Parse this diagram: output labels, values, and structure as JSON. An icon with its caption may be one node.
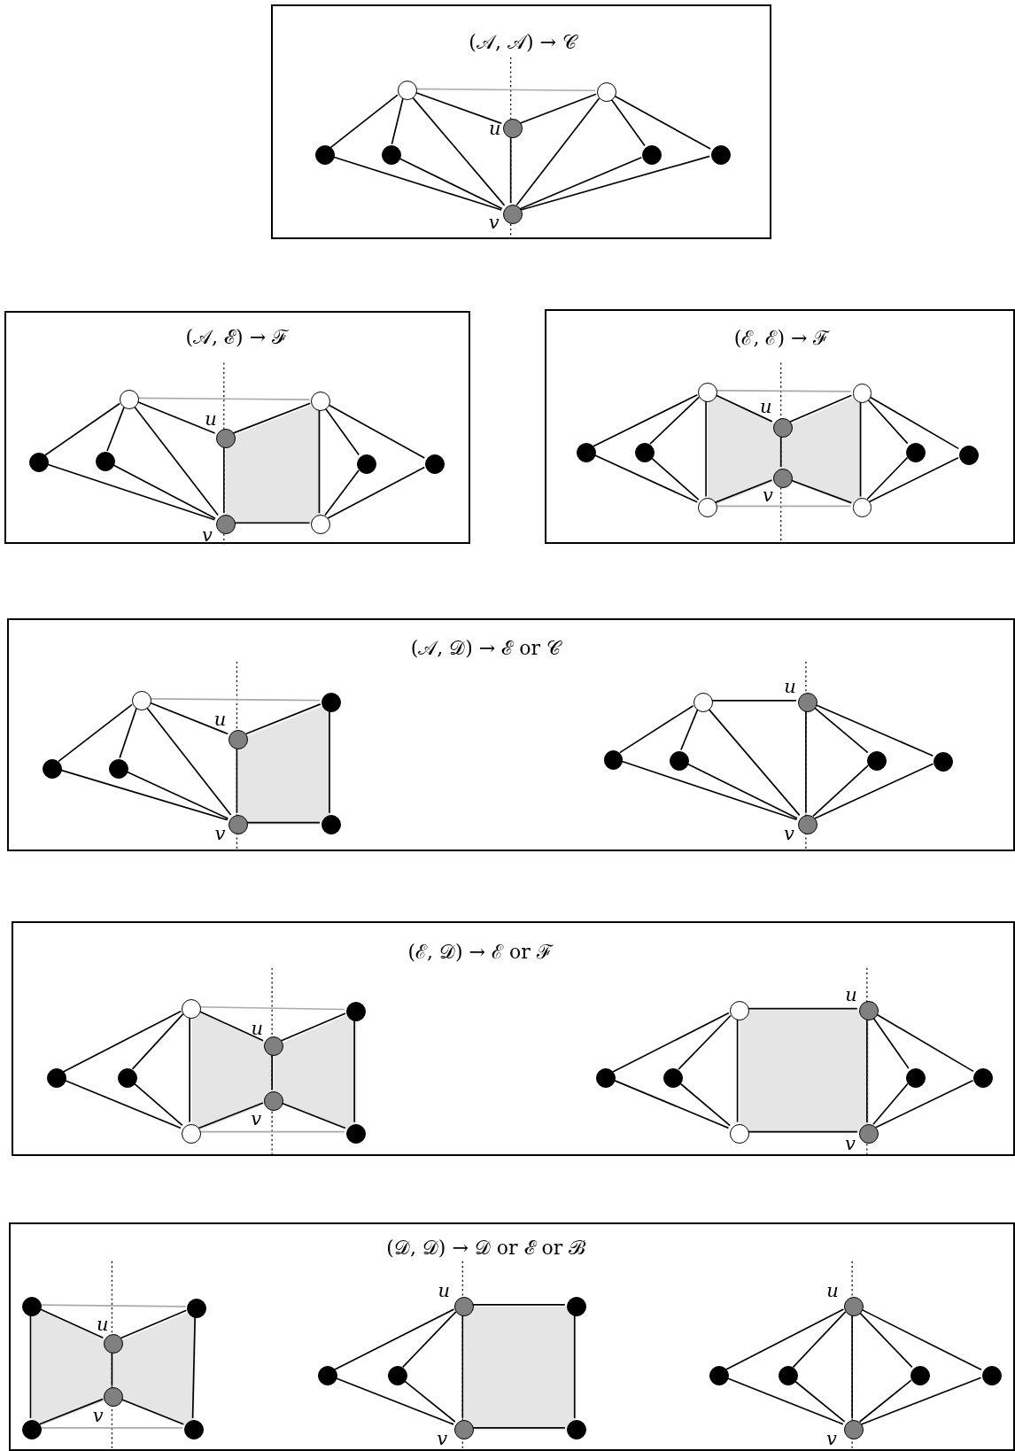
{
  "diagram": {
    "nodes": [
      {
        "text": [
          "(𝒜, 𝒜) → 𝒞"
        ]
      },
      {
        "text": [],
        "shape": "circle",
        "in": 0
      },
      {
        "text": [],
        "shape": "circle",
        "in": 0
      },
      {
        "text": [],
        "shape": "circle",
        "in": 0
      },
      {
        "text": [],
        "shape": "circle",
        "in": 0
      },
      {
        "text": [],
        "shape": "circle",
        "in": 0,
        "beside": [
          "u"
        ]
      },
      {
        "text": [],
        "shape": "circle",
        "in": 0
      },
      {
        "text": [],
        "shape": "circle",
        "in": 0
      },
      {
        "text": [],
        "shape": "circle",
        "in": 0,
        "beside": [
          "v"
        ]
      },
      {
        "text": [
          "(𝒜, ℰ) → ℱ"
        ]
      },
      {
        "text": [],
        "shape": "circle",
        "in": 9
      },
      {
        "text": [],
        "shape": "circle",
        "in": 9
      },
      {
        "text": [],
        "shape": "circle",
        "in": 9
      },
      {
        "text": [],
        "shape": "circle",
        "in": 9
      },
      {
        "text": [],
        "shape": "circle",
        "in": 9,
        "beside": [
          "u"
        ]
      },
      {
        "text": [],
        "shape": "circle",
        "in": 9
      },
      {
        "text": [],
        "shape": "circle",
        "in": 9
      },
      {
        "text": [],
        "shape": "circle",
        "in": 9,
        "beside": [
          "v"
        ]
      },
      {
        "text": [],
        "shape": "circle",
        "in": 9
      },
      {
        "text": [
          "(ℰ, ℰ) → ℱ"
        ]
      },
      {
        "text": [],
        "shape": "circle",
        "in": 19
      },
      {
        "text": [],
        "shape": "circle",
        "in": 19
      },
      {
        "text": [],
        "shape": "circle",
        "in": 19
      },
      {
        "text": [],
        "shape": "circle",
        "in": 19
      },
      {
        "text": [],
        "shape": "circle",
        "in": 19,
        "beside": [
          "u"
        ]
      },
      {
        "text": [],
        "shape": "circle",
        "in": 19,
        "beside": [
          "v"
        ]
      },
      {
        "text": [],
        "shape": "circle",
        "in": 19
      },
      {
        "text": [],
        "shape": "circle",
        "in": 19
      },
      {
        "text": [],
        "shape": "circle",
        "in": 19
      },
      {
        "text": [],
        "shape": "circle",
        "in": 19
      },
      {
        "text": [
          "(𝒜, 𝒟) → ℰ or 𝒞"
        ]
      },
      {
        "text": [],
        "shape": "circle",
        "in": 30
      },
      {
        "text": [],
        "shape": "circle",
        "in": 30
      },
      {
        "text": [],
        "shape": "circle",
        "in": 30
      },
      {
        "text": [],
        "shape": "circle",
        "in": 30
      },
      {
        "text": [],
        "shape": "circle",
        "in": 30,
        "beside": [
          "u"
        ]
      },
      {
        "text": [],
        "shape": "circle",
        "in": 30,
        "beside": [
          "v"
        ]
      },
      {
        "text": [],
        "shape": "circle",
        "in": 30
      },
      {
        "text": [],
        "shape": "circle",
        "in": 30
      },
      {
        "text": [],
        "shape": "circle",
        "in": 30,
        "beside": [
          "u"
        ]
      },
      {
        "text": [],
        "shape": "circle",
        "in": 30
      },
      {
        "text": [],
        "shape": "circle",
        "in": 30
      },
      {
        "text": [],
        "shape": "circle",
        "in": 30
      },
      {
        "text": [],
        "shape": "circle",
        "in": 30
      },
      {
        "text": [],
        "shape": "circle",
        "in": 30,
        "beside": [
          "v"
        ]
      },
      {
        "text": [
          "(ℰ, 𝒟) → ℰ or ℱ"
        ]
      },
      {
        "text": [],
        "shape": "circle",
        "in": 45
      },
      {
        "text": [],
        "shape": "circle",
        "in": 45
      },
      {
        "text": [],
        "shape": "circle",
        "in": 45
      },
      {
        "text": [],
        "shape": "circle",
        "in": 45
      },
      {
        "text": [],
        "shape": "circle",
        "in": 45,
        "beside": [
          "u"
        ]
      },
      {
        "text": [],
        "shape": "circle",
        "in": 45,
        "beside": [
          "v"
        ]
      },
      {
        "text": [],
        "shape": "circle",
        "in": 45
      },
      {
        "text": [],
        "shape": "circle",
        "in": 45
      },
      {
        "text": [],
        "shape": "circle",
        "in": 45
      },
      {
        "text": [],
        "shape": "circle",
        "in": 45,
        "beside": [
          "u"
        ]
      },
      {
        "text": [],
        "shape": "circle",
        "in": 45
      },
      {
        "text": [],
        "shape": "circle",
        "in": 45
      },
      {
        "text": [],
        "shape": "circle",
        "in": 45
      },
      {
        "text": [],
        "shape": "circle",
        "in": 45
      },
      {
        "text": [],
        "shape": "circle",
        "in": 45
      },
      {
        "text": [],
        "shape": "circle",
        "in": 45,
        "beside": [
          "v"
        ]
      },
      {
        "text": [
          "(𝒟, 𝒟) → 𝒟 or ℰ or ℬ"
        ]
      },
      {
        "text": [],
        "shape": "circle",
        "in": 62
      },
      {
        "text": [],
        "shape": "circle",
        "in": 62
      },
      {
        "text": [],
        "shape": "circle",
        "in": 62,
        "beside": [
          "u"
        ]
      },
      {
        "text": [],
        "shape": "circle",
        "in": 62,
        "beside": [
          "v"
        ]
      },
      {
        "text": [],
        "shape": "circle",
        "in": 62
      },
      {
        "text": [],
        "shape": "circle",
        "in": 62
      },
      {
        "text": [],
        "shape": "circle",
        "in": 62,
        "beside": [
          "u"
        ]
      },
      {
        "text": [],
        "shape": "circle",
        "in": 62
      },
      {
        "text": [],
        "shape": "circle",
        "in": 62
      },
      {
        "text": [],
        "shape": "circle",
        "in": 62
      },
      {
        "text": [],
        "shape": "circle",
        "in": 62,
        "beside": [
          "v"
        ]
      },
      {
        "text": [],
        "shape": "circle",
        "in": 62
      },
      {
        "text": [],
        "shape": "circle",
        "in": 62,
        "beside": [
          "u"
        ]
      },
      {
        "text": [],
        "shape": "circle",
        "in": 62
      },
      {
        "text": [],
        "shape": "circle",
        "in": 62
      },
      {
        "text": [],
        "shape": "circle",
        "in": 62
      },
      {
        "text": [],
        "shape": "circle",
        "in": 62
      },
      {
        "text": [],
        "shape": "circle",
        "in": 62,
        "beside": [
          "v"
        ]
      },
      {
        "text": [],
        "shape": "box",
        "in": 9
      },
      {
        "text": [],
        "shape": "box",
        "in": 19
      },
      {
        "text": [],
        "shape": "box",
        "in": 19
      },
      {
        "text": [],
        "shape": "box",
        "in": 30
      },
      {
        "text": [],
        "shape": "box",
        "in": 45
      },
      {
        "text": [],
        "shape": "box",
        "in": 45
      },
      {
        "text": [],
        "shape": "box",
        "in": 45
      },
      {
        "text": [],
        "shape": "box",
        "in": 62
      },
      {
        "text": [],
        "shape": "box",
        "in": 62
      },
      {
        "text": [],
        "shape": "box",
        "in": 62
      }
    ],
    "edges": [
      {
        "from": 1,
        "to": 2,
        "arrow": "none",
        "color": "#aaaaaa"
      },
      {
        "from": 1,
        "to": 3,
        "arrow": "none"
      },
      {
        "from": 1,
        "to": 4,
        "arrow": "none"
      },
      {
        "from": 1,
        "to": 5,
        "arrow": "none"
      },
      {
        "from": 1,
        "to": 8,
        "arrow": "none"
      },
      {
        "from": 2,
        "to": 5,
        "arrow": "none"
      },
      {
        "from": 2,
        "to": 6,
        "arrow": "none"
      },
      {
        "from": 2,
        "to": 7,
        "arrow": "none"
      },
      {
        "from": 2,
        "to": 8,
        "arrow": "none"
      },
      {
        "from": 3,
        "to": 8,
        "arrow": "none"
      },
      {
        "from": 4,
        "to": 8,
        "arrow": "none"
      },
      {
        "from": 5,
        "to": 8,
        "arrow": "none"
      },
      {
        "from": 6,
        "to": 8,
        "arrow": "none"
      },
      {
        "from": 7,
        "to": 8,
        "arrow": "none"
      },
      {
        "from": 10,
        "to": 11,
        "arrow": "none",
        "color": "#aaaaaa"
      },
      {
        "from": 10,
        "to": 12,
        "arrow": "none"
      },
      {
        "from": 10,
        "to": 13,
        "arrow": "none"
      },
      {
        "from": 10,
        "to": 14,
        "arrow": "none"
      },
      {
        "from": 10,
        "to": 17,
        "arrow": "none"
      },
      {
        "from": 11,
        "to": 14,
        "arrow": "none"
      },
      {
        "from": 11,
        "to": 18,
        "arrow": "none"
      },
      {
        "from": 11,
        "to": 15,
        "arrow": "none"
      },
      {
        "from": 11,
        "to": 16,
        "arrow": "none"
      },
      {
        "from": 12,
        "to": 17,
        "arrow": "none"
      },
      {
        "from": 13,
        "to": 17,
        "arrow": "none"
      },
      {
        "from": 14,
        "to": 17,
        "arrow": "none"
      },
      {
        "from": 17,
        "to": 18,
        "arrow": "none"
      },
      {
        "from": 15,
        "to": 18,
        "arrow": "none"
      },
      {
        "from": 16,
        "to": 18,
        "arrow": "none"
      },
      {
        "from": 20,
        "to": 21,
        "arrow": "none",
        "color": "#aaaaaa"
      },
      {
        "from": 28,
        "to": 29,
        "arrow": "none",
        "color": "#aaaaaa"
      },
      {
        "from": 20,
        "to": 22,
        "arrow": "none"
      },
      {
        "from": 20,
        "to": 23,
        "arrow": "none"
      },
      {
        "from": 20,
        "to": 24,
        "arrow": "none"
      },
      {
        "from": 20,
        "to": 28,
        "arrow": "none"
      },
      {
        "from": 21,
        "to": 24,
        "arrow": "none"
      },
      {
        "from": 21,
        "to": 26,
        "arrow": "none"
      },
      {
        "from": 21,
        "to": 27,
        "arrow": "none"
      },
      {
        "from": 21,
        "to": 29,
        "arrow": "none"
      },
      {
        "from": 22,
        "to": 28,
        "arrow": "none"
      },
      {
        "from": 23,
        "to": 28,
        "arrow": "none"
      },
      {
        "from": 24,
        "to": 25,
        "arrow": "none"
      },
      {
        "from": 25,
        "to": 28,
        "arrow": "none"
      },
      {
        "from": 25,
        "to": 29,
        "arrow": "none"
      },
      {
        "from": 26,
        "to": 29,
        "arrow": "none"
      },
      {
        "from": 27,
        "to": 29,
        "arrow": "none"
      },
      {
        "from": 31,
        "to": 32,
        "arrow": "none",
        "color": "#aaaaaa"
      },
      {
        "from": 31,
        "to": 33,
        "arrow": "none"
      },
      {
        "from": 31,
        "to": 34,
        "arrow": "none"
      },
      {
        "from": 31,
        "to": 35,
        "arrow": "none"
      },
      {
        "from": 31,
        "to": 36,
        "arrow": "none"
      },
      {
        "from": 32,
        "to": 35,
        "arrow": "none"
      },
      {
        "from": 32,
        "to": 37,
        "arrow": "none"
      },
      {
        "from": 33,
        "to": 36,
        "arrow": "none"
      },
      {
        "from": 34,
        "to": 36,
        "arrow": "none"
      },
      {
        "from": 35,
        "to": 36,
        "arrow": "none"
      },
      {
        "from": 36,
        "to": 37,
        "arrow": "none"
      },
      {
        "from": 38,
        "to": 39,
        "arrow": "none"
      },
      {
        "from": 38,
        "to": 40,
        "arrow": "none"
      },
      {
        "from": 38,
        "to": 41,
        "arrow": "none"
      },
      {
        "from": 38,
        "to": 44,
        "arrow": "none"
      },
      {
        "from": 39,
        "to": 42,
        "arrow": "none"
      },
      {
        "from": 39,
        "to": 43,
        "arrow": "none"
      },
      {
        "from": 39,
        "to": 44,
        "arrow": "none"
      },
      {
        "from": 40,
        "to": 44,
        "arrow": "none"
      },
      {
        "from": 41,
        "to": 44,
        "arrow": "none"
      },
      {
        "from": 42,
        "to": 44,
        "arrow": "none"
      },
      {
        "from": 43,
        "to": 44,
        "arrow": "none"
      },
      {
        "from": 46,
        "to": 47,
        "arrow": "none",
        "color": "#aaaaaa"
      },
      {
        "from": 52,
        "to": 53,
        "arrow": "none",
        "color": "#aaaaaa"
      },
      {
        "from": 46,
        "to": 48,
        "arrow": "none"
      },
      {
        "from": 46,
        "to": 49,
        "arrow": "none"
      },
      {
        "from": 46,
        "to": 50,
        "arrow": "none"
      },
      {
        "from": 46,
        "to": 52,
        "arrow": "none"
      },
      {
        "from": 47,
        "to": 50,
        "arrow": "none"
      },
      {
        "from": 47,
        "to": 53,
        "arrow": "none"
      },
      {
        "from": 48,
        "to": 52,
        "arrow": "none"
      },
      {
        "from": 49,
        "to": 52,
        "arrow": "none"
      },
      {
        "from": 50,
        "to": 51,
        "arrow": "none"
      },
      {
        "from": 51,
        "to": 52,
        "arrow": "none"
      },
      {
        "from": 51,
        "to": 53,
        "arrow": "none"
      },
      {
        "from": 54,
        "to": 55,
        "arrow": "none"
      },
      {
        "from": 54,
        "to": 56,
        "arrow": "none"
      },
      {
        "from": 54,
        "to": 57,
        "arrow": "none"
      },
      {
        "from": 54,
        "to": 60,
        "arrow": "none"
      },
      {
        "from": 55,
        "to": 58,
        "arrow": "none"
      },
      {
        "from": 55,
        "to": 59,
        "arrow": "none"
      },
      {
        "from": 55,
        "to": 61,
        "arrow": "none"
      },
      {
        "from": 56,
        "to": 60,
        "arrow": "none"
      },
      {
        "from": 57,
        "to": 60,
        "arrow": "none"
      },
      {
        "from": 60,
        "to": 61,
        "arrow": "none"
      },
      {
        "from": 58,
        "to": 61,
        "arrow": "none"
      },
      {
        "from": 59,
        "to": 61,
        "arrow": "none"
      },
      {
        "from": 63,
        "to": 64,
        "arrow": "none",
        "color": "#aaaaaa"
      },
      {
        "from": 67,
        "to": 68,
        "arrow": "none",
        "color": "#aaaaaa"
      },
      {
        "from": 63,
        "to": 65,
        "arrow": "none"
      },
      {
        "from": 63,
        "to": 67,
        "arrow": "none"
      },
      {
        "from": 64,
        "to": 65,
        "arrow": "none"
      },
      {
        "from": 64,
        "to": 68,
        "arrow": "none"
      },
      {
        "from": 65,
        "to": 66,
        "arrow": "none"
      },
      {
        "from": 66,
        "to": 67,
        "arrow": "none"
      },
      {
        "from": 66,
        "to": 68,
        "arrow": "none"
      },
      {
        "from": 69,
        "to": 70,
        "arrow": "none"
      },
      {
        "from": 69,
        "to": 71,
        "arrow": "none"
      },
      {
        "from": 69,
        "to": 72,
        "arrow": "none"
      },
      {
        "from": 69,
        "to": 73,
        "arrow": "none"
      },
      {
        "from": 70,
        "to": 74,
        "arrow": "none"
      },
      {
        "from": 71,
        "to": 73,
        "arrow": "none"
      },
      {
        "from": 72,
        "to": 73,
        "arrow": "none"
      },
      {
        "from": 73,
        "to": 74,
        "arrow": "none"
      },
      {
        "from": 75,
        "to": 76,
        "arrow": "none"
      },
      {
        "from": 75,
        "to": 77,
        "arrow": "none"
      },
      {
        "from": 75,
        "to": 78,
        "arrow": "none"
      },
      {
        "from": 75,
        "to": 79,
        "arrow": "none"
      },
      {
        "from": 75,
        "to": 80,
        "arrow": "none"
      },
      {
        "from": 76,
        "to": 80,
        "arrow": "none"
      },
      {
        "from": 77,
        "to": 80,
        "arrow": "none"
      },
      {
        "from": 78,
        "to": 80,
        "arrow": "none"
      },
      {
        "from": 79,
        "to": 80,
        "arrow": "none"
      }
    ]
  }
}
